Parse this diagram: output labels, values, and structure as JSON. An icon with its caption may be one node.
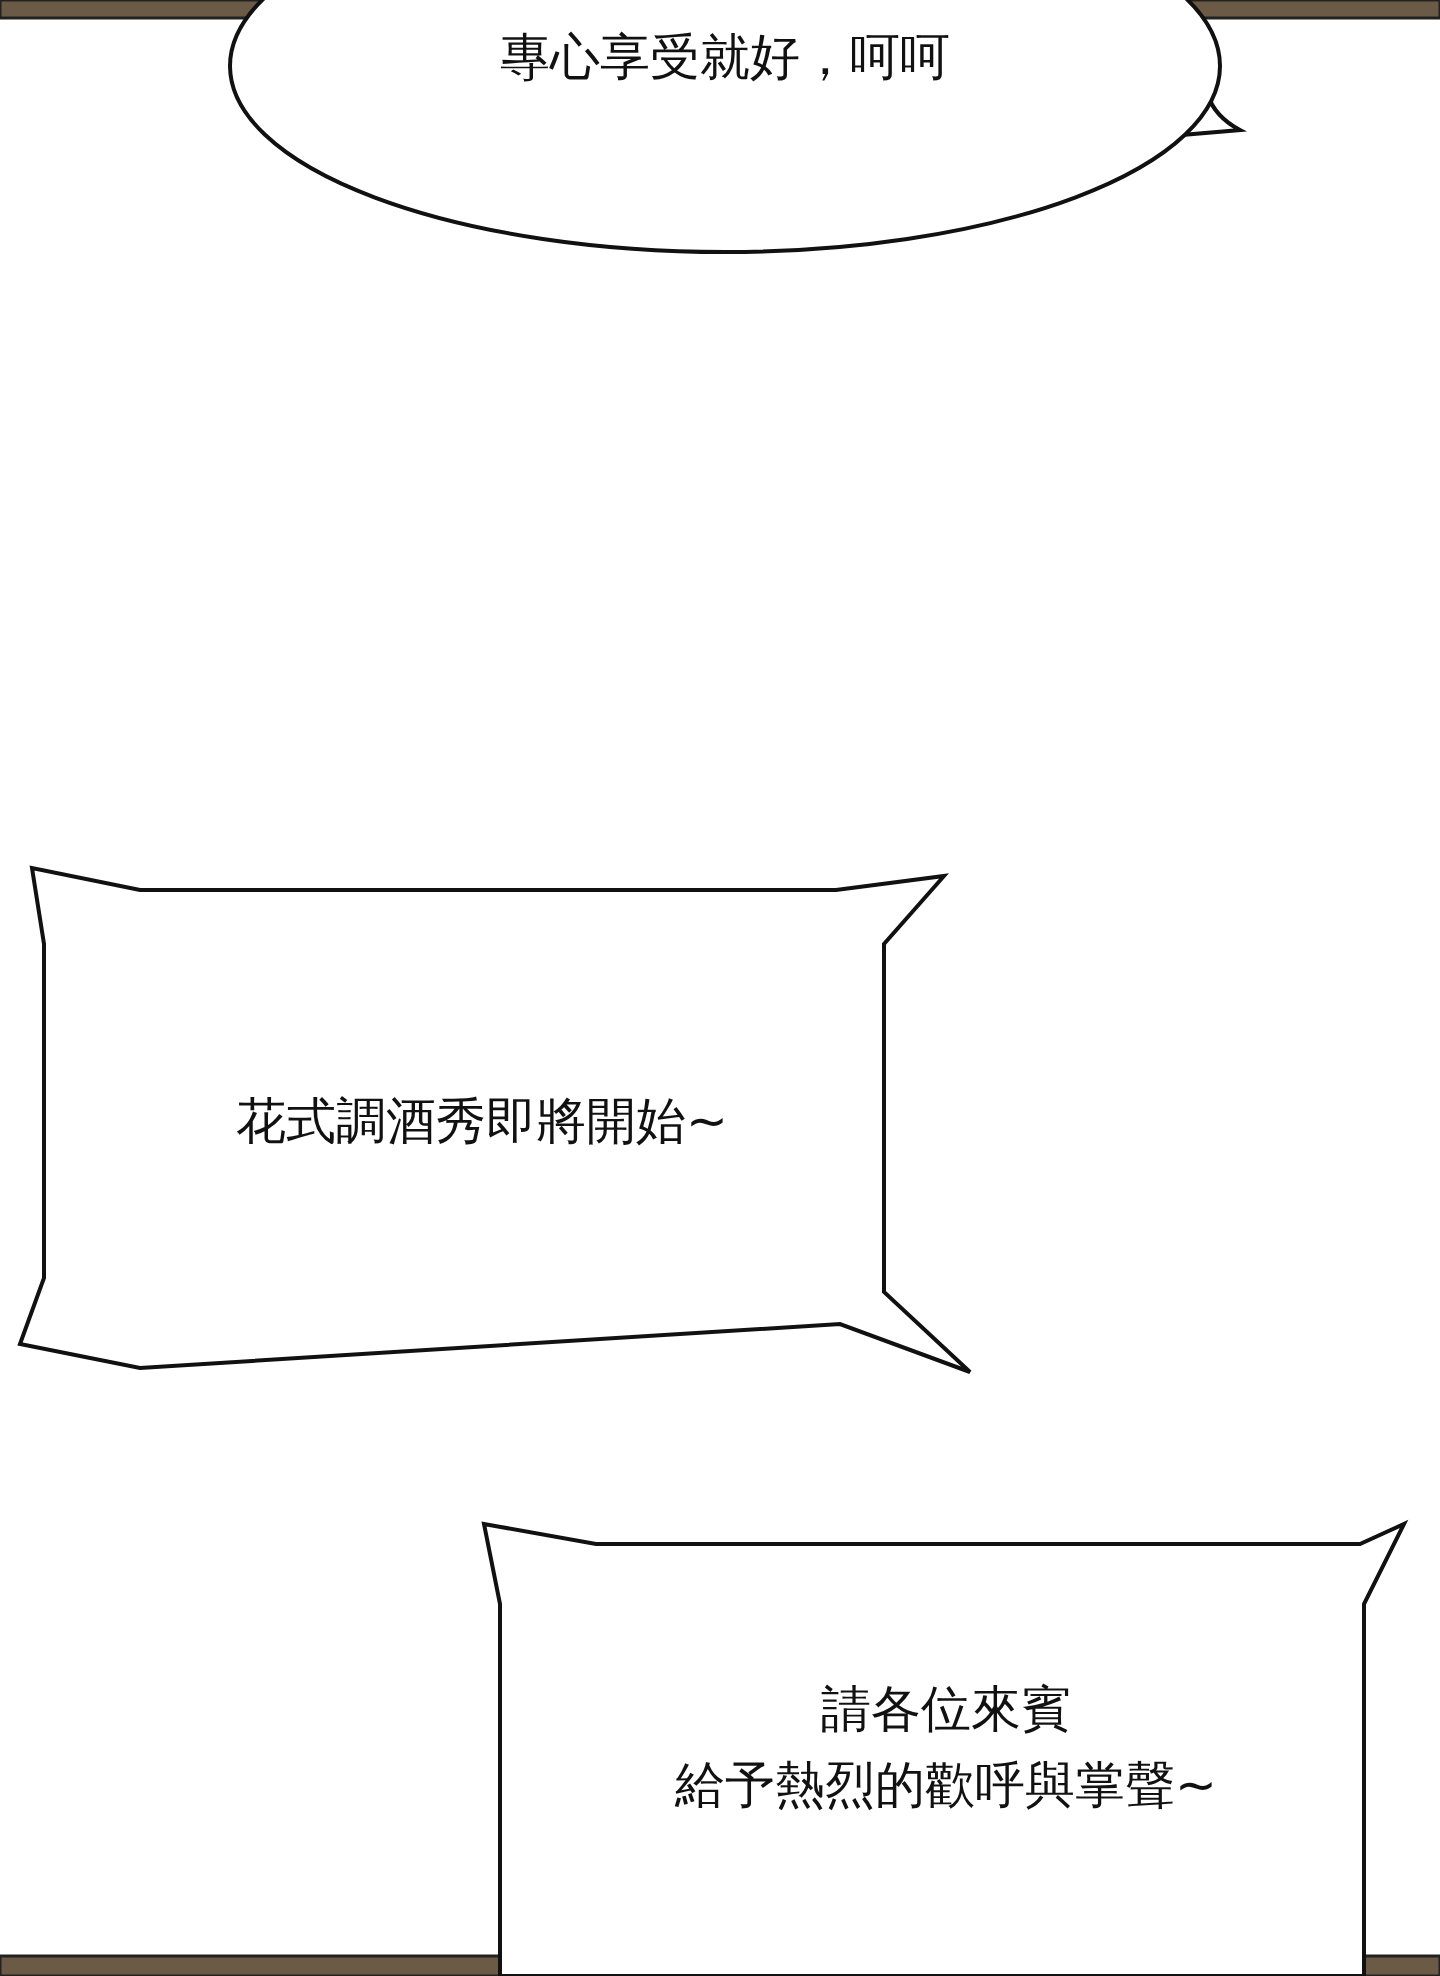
{
  "diagram": {
    "nodes": [
      {
        "text": [
          "專心享受就好，呵呵"
        ]
      },
      {
        "text": [
          "花式調酒秀即將開始~"
        ]
      },
      {
        "text": [
          "請各位來賓",
          "給予熱烈的歡呼與掌聲~"
        ]
      }
    ]
  }
}
